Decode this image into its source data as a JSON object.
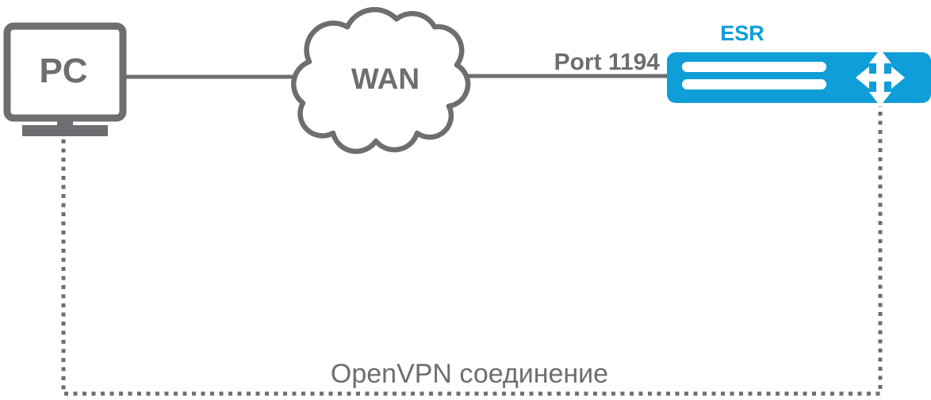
{
  "diagram": {
    "nodes": {
      "pc": {
        "label": "PC"
      },
      "wan": {
        "label": "WAN"
      },
      "esr": {
        "label": "ESR"
      }
    },
    "links": {
      "wan_esr_label": "Port 1194",
      "vpn_label": "OpenVPN соединение"
    },
    "colors": {
      "gray": "#6d6e71",
      "blue": "#0f9ed8",
      "white": "#ffffff"
    }
  }
}
